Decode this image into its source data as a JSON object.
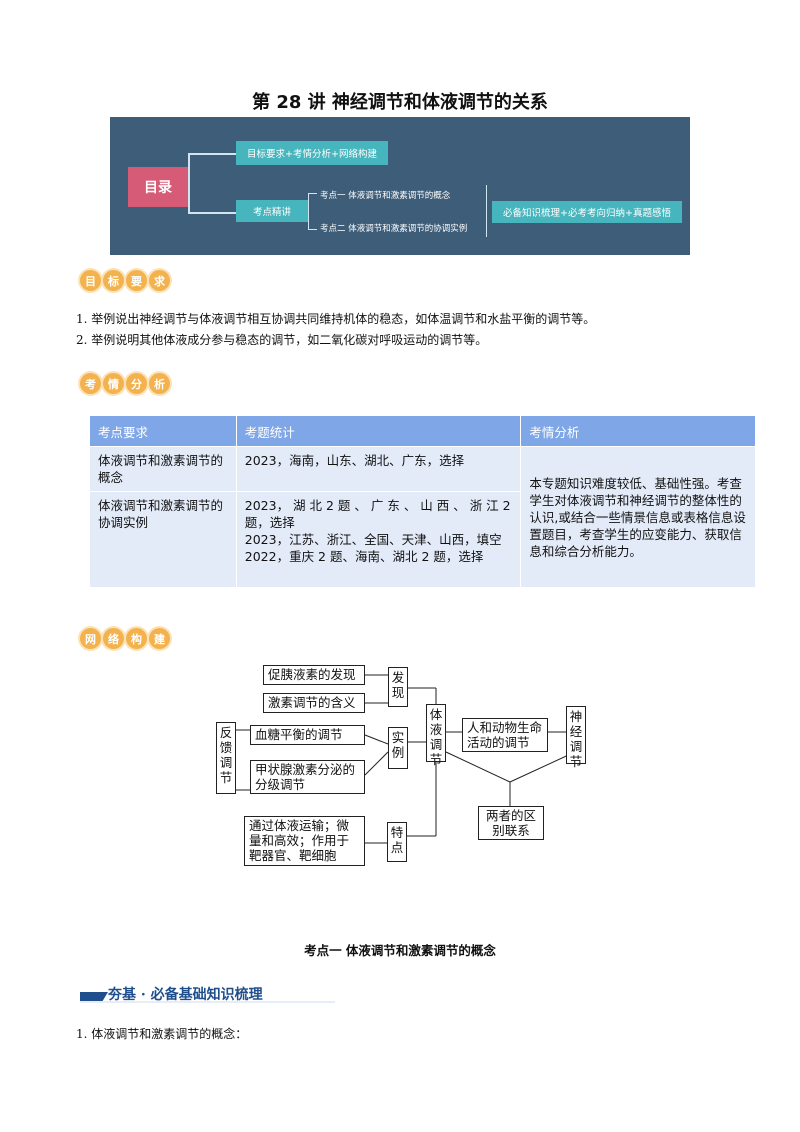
{
  "page_title": "第 28 讲  神经调节和体液调节的关系",
  "toc": {
    "root": "目录",
    "item1": "目标要求+考情分析+网络构建",
    "item2": "考点精讲",
    "sub1": "考点一  体液调节和激素调节的概念",
    "sub2": "考点二  体液调节和激素调节的协调实例",
    "right": "必备知识梳理+必考考向归纳+真题感悟"
  },
  "section_goals": {
    "chars": [
      "目",
      "标",
      "要",
      "求"
    ]
  },
  "goals": [
    "1. 举例说出神经调节与体液调节相互协调共同维持机体的稳态，如体温调节和水盐平衡的调节等。",
    "2. 举例说明其他体液成分参与稳态的调节，如二氧化碳对呼吸运动的调节等。"
  ],
  "section_analysis": {
    "chars": [
      "考",
      "情",
      "分",
      "析"
    ]
  },
  "table": {
    "headers": [
      "考点要求",
      "考题统计",
      "考情分析"
    ],
    "row1": {
      "req": "体液调节和激素调节的概念",
      "stat": "2023，海南，山东、湖北、广东，选择"
    },
    "row2": {
      "req": "体液调节和激素调节的协调实例",
      "stat1": "2023， 湖 北 2 题 、 广 东 、 山 西 、 浙 江 2 题，选择",
      "stat2": "2023，江苏、浙江、全国、天津、山西，填空",
      "stat3": "2022，重庆 2 题、海南、湖北 2 题，选择"
    },
    "analysis": "本专题知识难度较低、基础性强。考查学生对体液调节和神经调节的整体性的认识,或结合一些情景信息或表格信息设置题目，考查学生的应变能力、获取信息和综合分析能力。"
  },
  "section_network": {
    "chars": [
      "网",
      "络",
      "构",
      "建"
    ]
  },
  "diagram": {
    "b_secretin": "促胰液素的发现",
    "b_meaning": "激素调节的含义",
    "b_discover": "发现",
    "b_feedback": "反馈调节",
    "b_glucose": "血糖平衡的调节",
    "b_thyroid": "甲状腺激素分泌的分级调节",
    "b_example": "实例",
    "b_humoral": "体液调节",
    "b_life": "人和动物生命活动的调节",
    "b_neural": "神经调节",
    "b_feature_text": "通过体液运输；微量和高效；作用于靶器官、靶细胞",
    "b_feature": "特点",
    "b_relation": "两者的区别联系"
  },
  "section1_title": "考点一    体液调节和激素调节的概念",
  "stripe_label": "夯基 · 必备基础知识梳理",
  "item1_text": "1. 体液调节和激素调节的概念："
}
